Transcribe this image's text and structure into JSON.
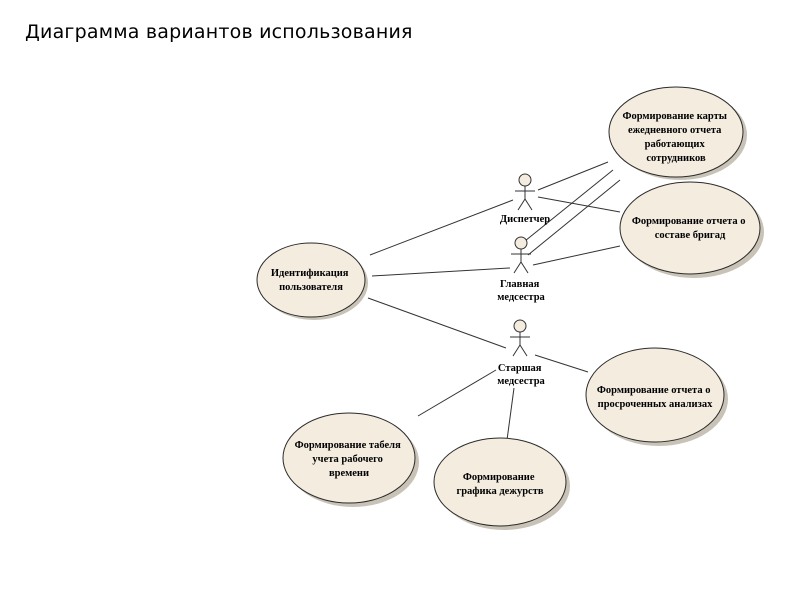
{
  "title": "Диаграмма вариантов использования",
  "actors": {
    "dispatcher": {
      "lines": [
        "Диспетчер"
      ]
    },
    "head_nurse": {
      "lines": [
        "Главная",
        "медсестра"
      ]
    },
    "senior_nurse": {
      "lines": [
        "Старшая",
        "медсестра"
      ]
    }
  },
  "use_cases": {
    "identification": {
      "lines": [
        "Идентификация",
        "пользователя"
      ]
    },
    "daily_report_map": {
      "lines": [
        "Формирование карты",
        "ежедневного отчета",
        "работающих",
        "сотрудников"
      ]
    },
    "brigade_report": {
      "lines": [
        "Формирование отчета о",
        "составе бригад"
      ]
    },
    "overdue_tests_report": {
      "lines": [
        "Формирование отчета о",
        "просроченных анализах"
      ]
    },
    "timesheet": {
      "lines": [
        "Формирование табеля",
        "учета рабочего",
        "времени"
      ]
    },
    "duty_schedule": {
      "lines": [
        "Формирование",
        "графика дежурств"
      ]
    }
  }
}
